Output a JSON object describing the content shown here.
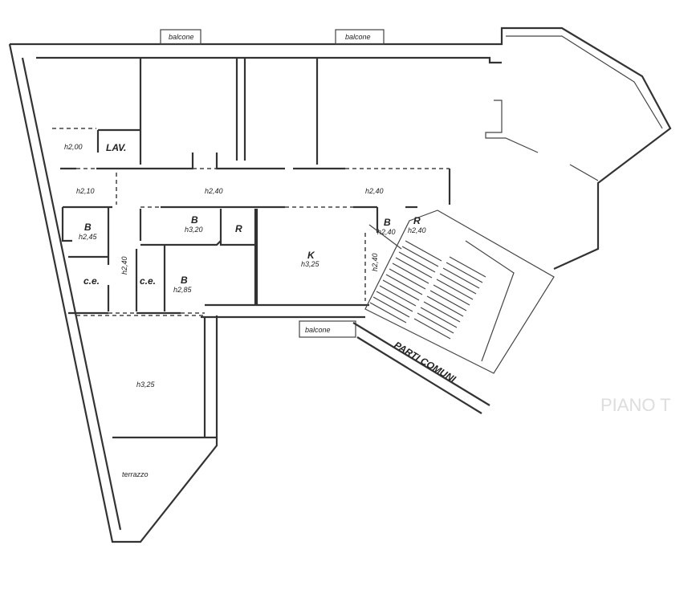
{
  "plan": {
    "balconies": [
      "balcone",
      "balcone",
      "balcone"
    ],
    "rooms": {
      "h_lav_side": "h2,00",
      "lav": "LAV.",
      "h_entry": "h2,10",
      "h_corridor_left": "h2,40",
      "h_corridor_right": "h2,40",
      "bath1": {
        "label": "B",
        "height": "h2,45"
      },
      "bath2": {
        "label": "B",
        "height": "h3,20"
      },
      "r1": "R",
      "bath3": {
        "label": "B",
        "height": "h2,40"
      },
      "r2": {
        "label": "R",
        "height": "h2,40"
      },
      "ce1": "c.e.",
      "ce2": "c.e.",
      "h_vertical_left": "h2,40",
      "bath4": {
        "label": "B",
        "height": "h2,85"
      },
      "kitchen": {
        "label": "K",
        "height": "h3,25"
      },
      "h_vertical_right": "h2,40",
      "h_lower_room": "h3,25",
      "terrace": "terrazzo"
    },
    "common_parts": "PARTI COMUNI",
    "faint_text": "PIANO T"
  }
}
